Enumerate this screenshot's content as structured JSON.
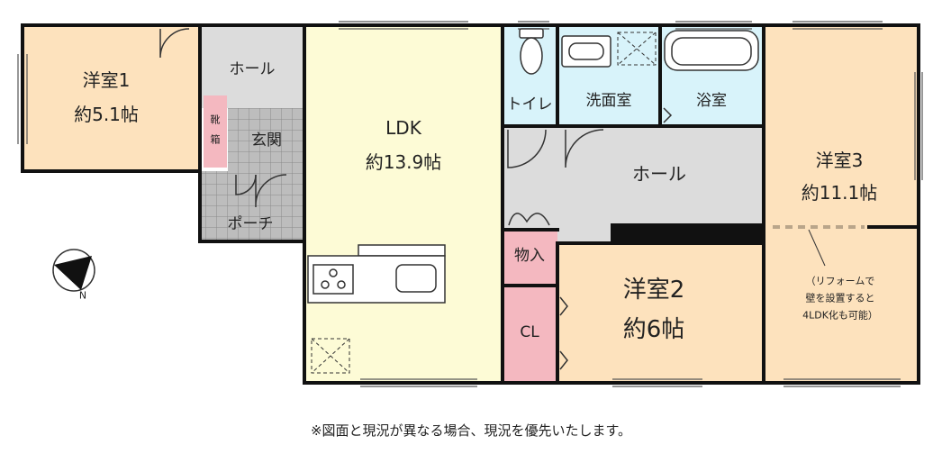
{
  "rooms": {
    "bedroom1": {
      "name": "洋室1",
      "size": "約5.1帖"
    },
    "hall_entry": {
      "name": "ホール"
    },
    "shoe_box": {
      "line1": "靴",
      "line2": "箱"
    },
    "genkan": {
      "name": "玄関"
    },
    "porch": {
      "name": "ポーチ"
    },
    "ldk": {
      "name": "LDK",
      "size": "約13.9帖"
    },
    "toilet": {
      "name": "トイレ"
    },
    "washroom": {
      "name": "洗面室"
    },
    "bath": {
      "name": "浴室"
    },
    "hall_main": {
      "name": "ホール"
    },
    "storage": {
      "name": "物入"
    },
    "closet": {
      "name": "CL"
    },
    "bedroom2": {
      "name": "洋室2",
      "size": "約6帖"
    },
    "bedroom3": {
      "name": "洋室3",
      "size": "約11.1帖"
    }
  },
  "annotation": {
    "line1": "（リフォームで",
    "line2": "壁を設置すると",
    "line3": "4LDK化も可能）"
  },
  "compass": {
    "label": "N"
  },
  "footer": {
    "note": "※図面と現況が異なる場合、現況を優先いたします。"
  },
  "colors": {
    "bedroom": "#fde2bd",
    "ldk": "#fdfbd6",
    "hall": "#dcdcdc",
    "wet": "#d8f3fa",
    "storage": "#f4b8c0",
    "tile": "#bdbdbd",
    "wall": "#111111"
  }
}
